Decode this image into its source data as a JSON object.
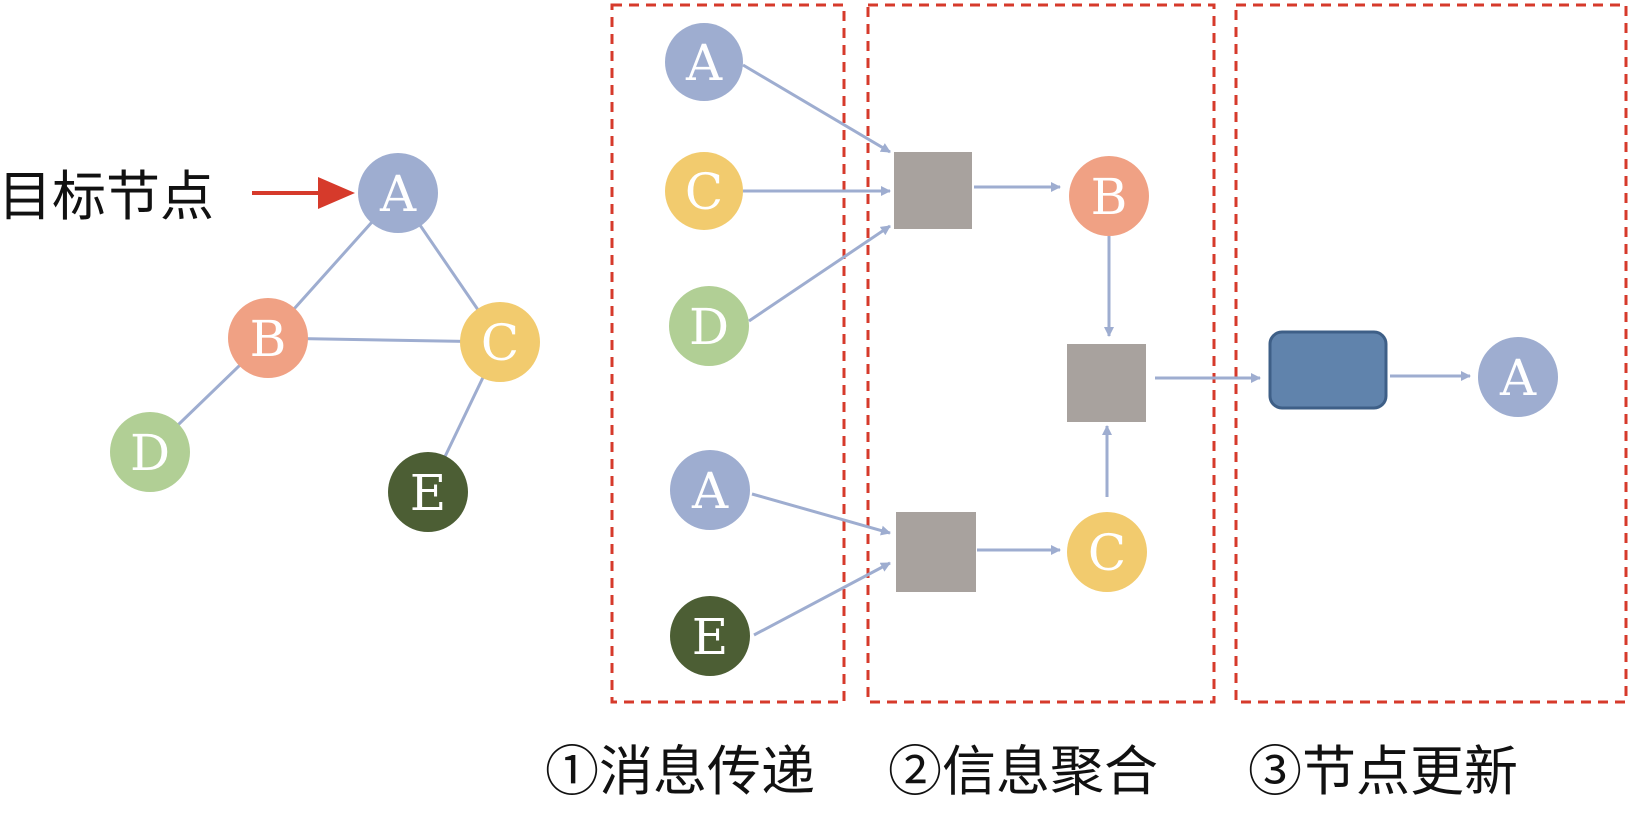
{
  "colors": {
    "A": "#9eadd0",
    "B": "#f0a184",
    "C": "#f2cb6e",
    "D": "#b1cf95",
    "E": "#4c5e34",
    "edge": "#9eadd0",
    "target_arrow": "#d63a2b",
    "aggregate_square": "#a8a29e",
    "update_block": "#6083ac",
    "dashed_border": "#d63a2b"
  },
  "target_label": "目标节点",
  "graph": {
    "nodes": [
      "A",
      "B",
      "C",
      "D",
      "E"
    ],
    "edges": [
      [
        "A",
        "B"
      ],
      [
        "A",
        "C"
      ],
      [
        "B",
        "C"
      ],
      [
        "B",
        "D"
      ],
      [
        "C",
        "E"
      ]
    ]
  },
  "pipeline": {
    "stages": [
      {
        "label": "①消息传递"
      },
      {
        "label": "②信息聚合"
      },
      {
        "label": "③节点更新"
      }
    ],
    "message_nodes": [
      "A",
      "C",
      "D",
      "A",
      "E"
    ],
    "aggregated_nodes": [
      "B",
      "C"
    ],
    "output_node": "A"
  }
}
